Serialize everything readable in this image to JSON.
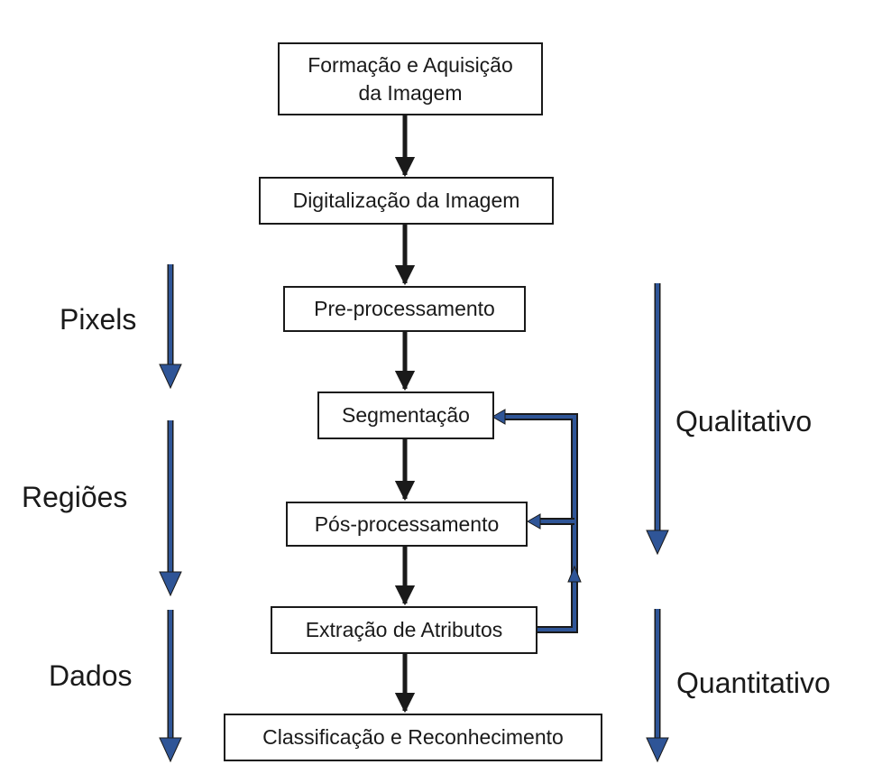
{
  "steps": [
    {
      "label": "Formação e Aquisição\nda Imagem"
    },
    {
      "label": "Digitalização da Imagem"
    },
    {
      "label": "Pre-processamento"
    },
    {
      "label": "Segmentação"
    },
    {
      "label": "Pós-processamento"
    },
    {
      "label": "Extração  de Atributos"
    },
    {
      "label": "Classificação e Reconhecimento"
    }
  ],
  "left_stages": [
    {
      "label": "Pixels"
    },
    {
      "label": "Regiões"
    },
    {
      "label": "Dados"
    }
  ],
  "right_stages": [
    {
      "label": "Qualitativo"
    },
    {
      "label": "Quantitativo"
    }
  ],
  "colors": {
    "box_border": "#1a1a1a",
    "flow_arrow": "#1a1a1a",
    "side_arrow": "#2f5597",
    "feedback_arrow": "#2f5597"
  },
  "connections": [
    {
      "from": "Formação e Aquisição da Imagem",
      "to": "Digitalização da Imagem",
      "kind": "flow"
    },
    {
      "from": "Digitalização da Imagem",
      "to": "Pre-processamento",
      "kind": "flow"
    },
    {
      "from": "Pre-processamento",
      "to": "Segmentação",
      "kind": "flow"
    },
    {
      "from": "Segmentação",
      "to": "Pós-processamento",
      "kind": "flow"
    },
    {
      "from": "Pós-processamento",
      "to": "Extração  de Atributos",
      "kind": "flow"
    },
    {
      "from": "Extração  de Atributos",
      "to": "Classificação e Reconhecimento",
      "kind": "flow"
    },
    {
      "from": "Extração  de Atributos",
      "to": "Segmentação",
      "kind": "feedback"
    },
    {
      "from": "Extração  de Atributos",
      "to": "Pós-processamento",
      "kind": "feedback"
    }
  ]
}
